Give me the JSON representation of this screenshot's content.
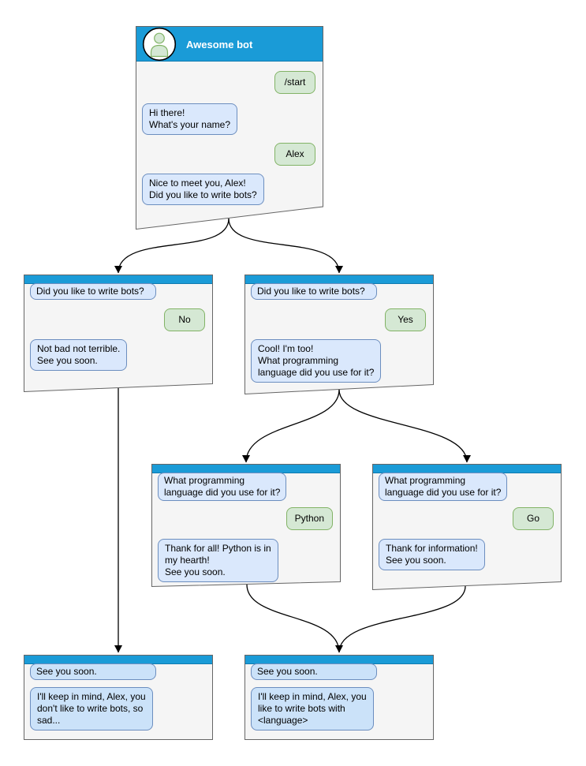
{
  "colors": {
    "header_blue": "#1A9BD7",
    "window_fill": "#F5F5F5",
    "window_border": "#666666",
    "bot_bubble": "#DAE8FC",
    "bot_bubble_final": "#CBE2F9",
    "bot_border": "#6C8EBF",
    "user_bubble": "#D5E8D4",
    "user_border": "#82B366",
    "arrow": "#000000"
  },
  "windows": [
    {
      "title": "Awesome bot",
      "messages": [
        {
          "from": "user",
          "text": "/start"
        },
        {
          "from": "bot",
          "text": "Hi there!\nWhat's your name?"
        },
        {
          "from": "user",
          "text": "Alex"
        },
        {
          "from": "bot",
          "text": "Nice to meet you, Alex!\nDid you like to write bots?"
        }
      ]
    },
    {
      "messages": [
        {
          "from": "bot",
          "text": "Did you like to write bots?"
        },
        {
          "from": "user",
          "text": "No"
        },
        {
          "from": "bot",
          "text": "Not bad not terrible.\nSee you soon."
        }
      ]
    },
    {
      "messages": [
        {
          "from": "bot",
          "text": "Did you like to write bots?"
        },
        {
          "from": "user",
          "text": "Yes"
        },
        {
          "from": "bot",
          "text": "Cool! I'm too!\nWhat programming\nlanguage did you use for it?"
        }
      ]
    },
    {
      "messages": [
        {
          "from": "bot",
          "text": "What programming\nlanguage did you use for it?"
        },
        {
          "from": "user",
          "text": "Python"
        },
        {
          "from": "bot",
          "text": "Thank for all! Python is in\nmy hearth!\nSee you soon."
        }
      ]
    },
    {
      "messages": [
        {
          "from": "bot",
          "text": "What programming\nlanguage did you use for it?"
        },
        {
          "from": "user",
          "text": "Go"
        },
        {
          "from": "bot",
          "text": "Thank for information!\nSee you soon."
        }
      ]
    },
    {
      "messages": [
        {
          "from": "bot",
          "text": "See you soon."
        },
        {
          "from": "bot",
          "text": "I'll keep in mind, Alex, you\ndon't like to write bots, so\nsad..."
        }
      ]
    },
    {
      "messages": [
        {
          "from": "bot",
          "text": "See you soon."
        },
        {
          "from": "bot",
          "text": "I'll keep in mind, Alex, you\nlike to write bots with\n<language>"
        }
      ]
    }
  ]
}
